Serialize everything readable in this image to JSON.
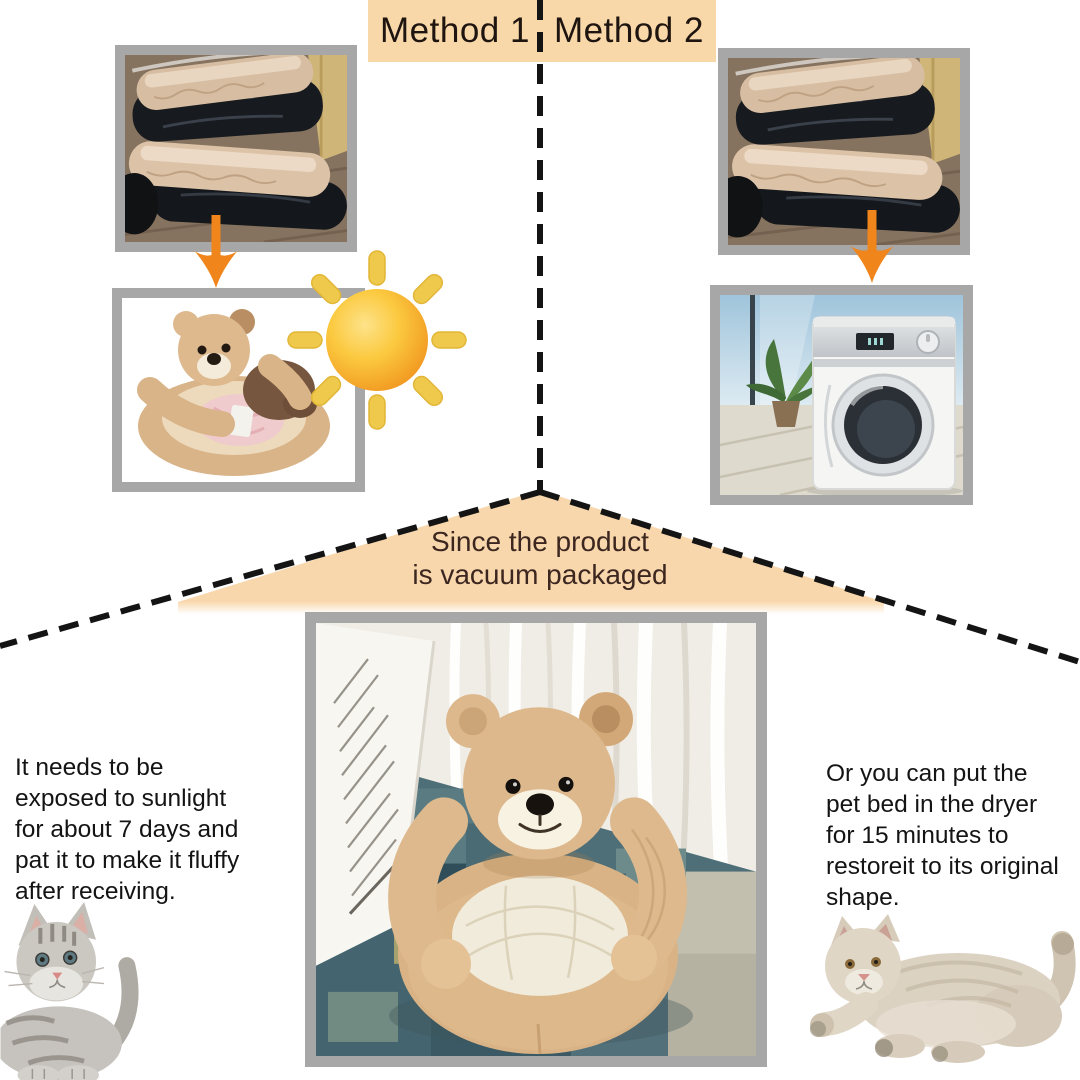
{
  "header": {
    "method1_label": "Method 1",
    "method2_label": "Method 2"
  },
  "banner": {
    "lines": [
      "Since the product",
      "is vacuum packaged"
    ]
  },
  "instructions": {
    "left_lines": [
      "It needs to be",
      "exposed to sunlight",
      "for about 7 days and",
      "pat it to make it fluffy",
      "after receiving."
    ],
    "right_lines": [
      "Or you can put the",
      "pet bed in the dryer",
      "for 15 minutes to",
      "restoreit to its original",
      "shape."
    ]
  },
  "icons": {
    "sun": "sun-icon",
    "arrow_down": "arrow-down-icon"
  },
  "photos": {
    "vacuum_left": "vacuum-packed-pet-bed-photo",
    "vacuum_right": "vacuum-packed-pet-bed-photo",
    "bear_sunlight": "teddy-bear-pet-bed-photo",
    "dryer": "dryer-machine-photo",
    "bear_large": "teddy-bear-pet-bed-room-photo",
    "kitten": "gray-kitten-photo",
    "cat": "beige-cat-photo"
  },
  "colors": {
    "peach": "#F8D7A8",
    "arrow_orange": "#F0861B",
    "frame_gray": "#A7A7A7",
    "dash_black": "#141414",
    "sun_light": "#FDE38A",
    "sun_dark": "#F0921D",
    "sun_ray": "#EFC94B",
    "text_dark": "#141414",
    "banner_text": "#3c2620"
  }
}
